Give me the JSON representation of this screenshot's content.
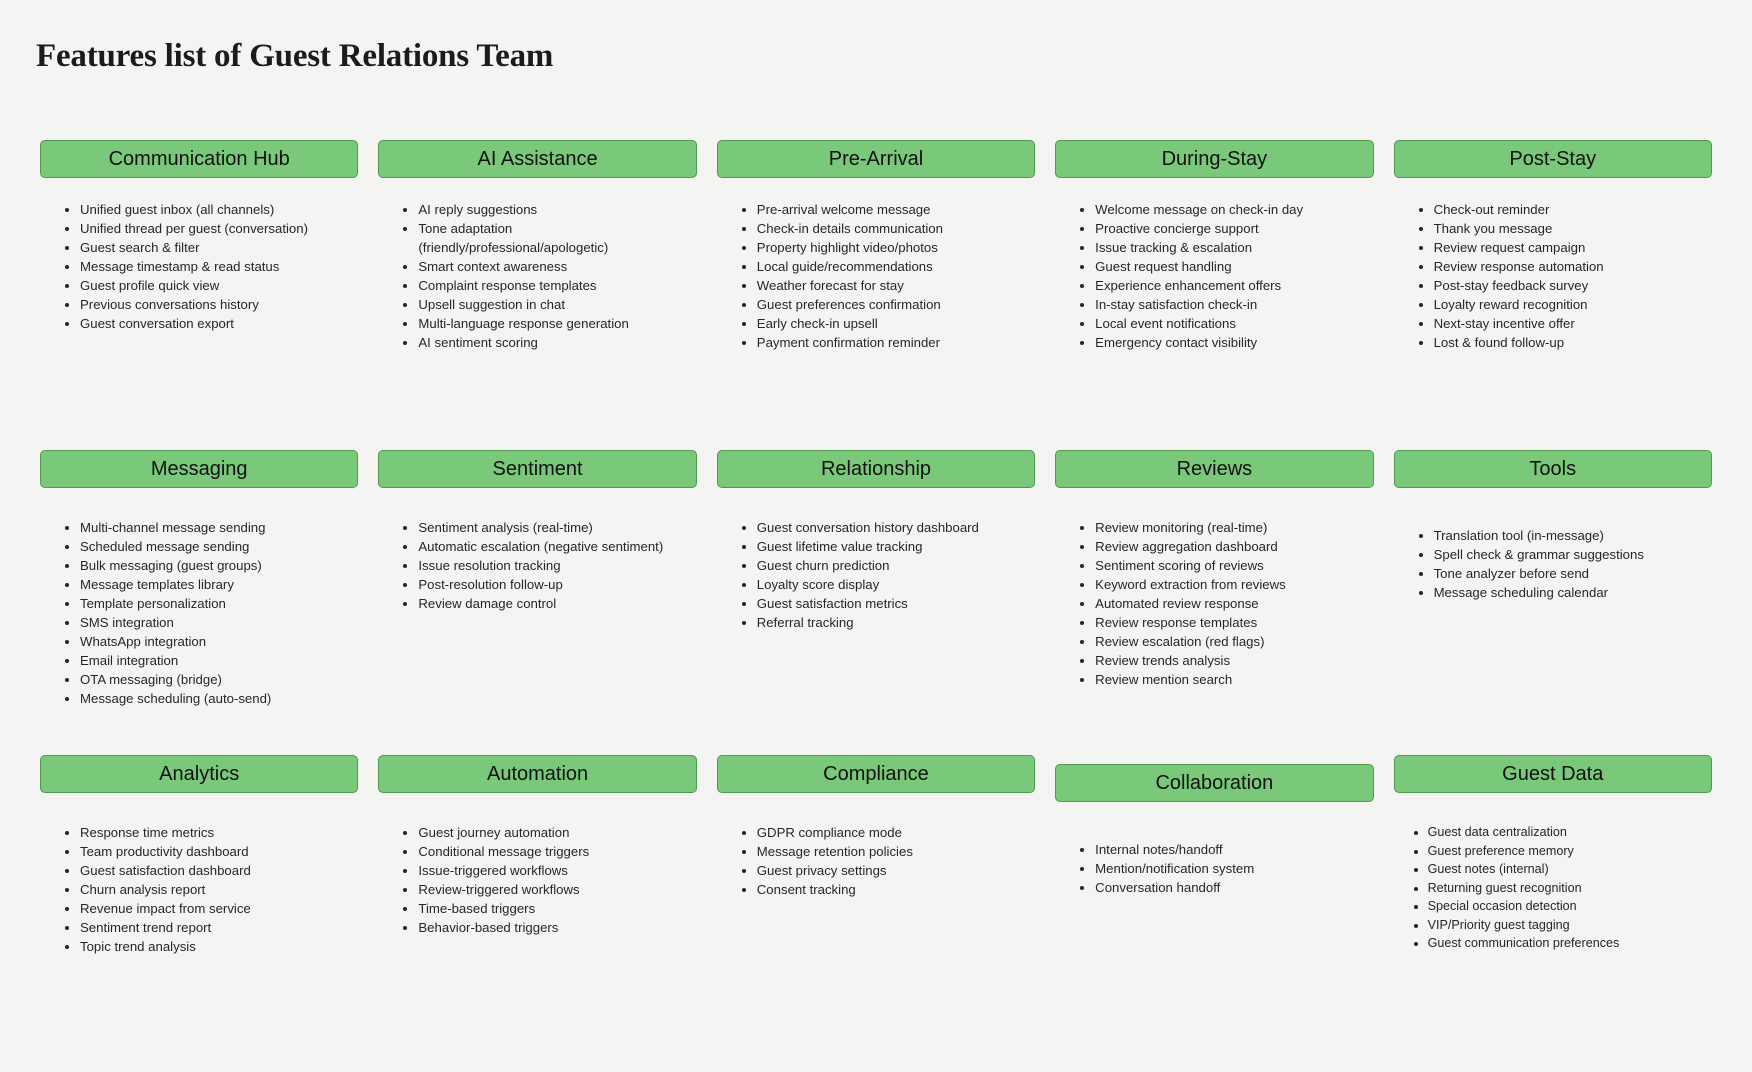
{
  "page": {
    "title": "Features list of Guest Relations Team",
    "background_color": "#f4f4f2",
    "card_color": "#7ac87a",
    "card_border_color": "#4f9a4f",
    "text_color": "#23272b"
  },
  "rows": [
    {
      "columns": [
        {
          "header": "Communication Hub",
          "items": [
            "Unified guest inbox (all channels)",
            "Unified thread per guest (conversation)",
            "Guest search & filter",
            "Message timestamp & read status",
            "Guest profile quick view",
            "Previous conversations history",
            "Guest conversation export"
          ]
        },
        {
          "header": "AI Assistance",
          "items": [
            "AI reply suggestions",
            "Tone adaptation (friendly/professional/apologetic)",
            "Smart context awareness",
            "Complaint response templates",
            "Upsell suggestion in chat",
            "Multi-language response generation",
            "AI sentiment scoring"
          ]
        },
        {
          "header": "Pre-Arrival",
          "items": [
            "Pre-arrival welcome message",
            "Check-in details communication",
            "Property highlight video/photos",
            "Local guide/recommendations",
            "Weather forecast for stay",
            "Guest preferences confirmation",
            "Early check-in upsell",
            "Payment confirmation reminder"
          ]
        },
        {
          "header": "During-Stay",
          "items": [
            "Welcome message on check-in day",
            "Proactive concierge support",
            "Issue tracking & escalation",
            "Guest request handling",
            "Experience enhancement offers",
            "In-stay satisfaction check-in",
            "Local event notifications",
            "Emergency contact visibility"
          ]
        },
        {
          "header": "Post-Stay",
          "items": [
            "Check-out reminder",
            "Thank you message",
            "Review request campaign",
            "Review response automation",
            "Post-stay feedback survey",
            "Loyalty reward recognition",
            "Next-stay incentive offer",
            "Lost & found follow-up"
          ]
        }
      ]
    },
    {
      "columns": [
        {
          "header": "Messaging",
          "items": [
            "Multi-channel message sending",
            "Scheduled message sending",
            "Bulk messaging (guest groups)",
            "Message templates library",
            "Template personalization",
            "SMS integration",
            "WhatsApp integration",
            "Email integration",
            "OTA messaging (bridge)",
            "Message scheduling (auto-send)"
          ]
        },
        {
          "header": "Sentiment",
          "items": [
            "Sentiment analysis (real-time)",
            "Automatic escalation (negative sentiment)",
            "Issue resolution tracking",
            "Post-resolution follow-up",
            "Review damage control"
          ]
        },
        {
          "header": "Relationship",
          "items": [
            "Guest conversation history dashboard",
            "Guest lifetime value tracking",
            "Guest churn prediction",
            "Loyalty score display",
            "Guest satisfaction metrics",
            "Referral tracking"
          ]
        },
        {
          "header": "Reviews",
          "items": [
            "Review monitoring (real-time)",
            "Review aggregation dashboard",
            "Sentiment scoring of reviews",
            "Keyword extraction from reviews",
            "Automated review response",
            "Review response templates",
            "Review escalation (red flags)",
            "Review trends analysis",
            "Review mention search"
          ]
        },
        {
          "header": "Tools",
          "items": [
            "Translation tool (in-message)",
            "Spell check & grammar suggestions",
            "Tone analyzer before send",
            "Message scheduling calendar"
          ]
        }
      ]
    },
    {
      "columns": [
        {
          "header": "Analytics",
          "items": [
            "Response time metrics",
            "Team productivity dashboard",
            "Guest satisfaction dashboard",
            "Churn analysis report",
            "Revenue impact from service",
            "Sentiment trend report",
            "Topic trend analysis"
          ]
        },
        {
          "header": "Automation",
          "items": [
            "Guest journey automation",
            "Conditional message triggers",
            "Issue-triggered workflows",
            "Review-triggered workflows",
            "Time-based triggers",
            "Behavior-based triggers"
          ]
        },
        {
          "header": "Compliance",
          "items": [
            "GDPR compliance mode",
            "Message retention policies",
            "Guest privacy settings",
            "Consent tracking"
          ]
        },
        {
          "header": "Collaboration",
          "items": [
            "Internal notes/handoff",
            "Mention/notification system",
            "Conversation handoff"
          ]
        },
        {
          "header": "Guest Data",
          "items": [
            "Guest data centralization",
            "Guest preference memory",
            "Guest notes (internal)",
            "Returning guest recognition",
            "Special occasion detection",
            "VIP/Priority guest tagging",
            "Guest communication preferences"
          ]
        }
      ]
    }
  ]
}
